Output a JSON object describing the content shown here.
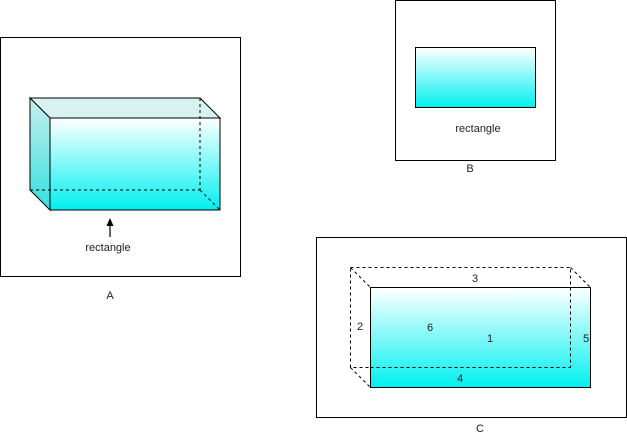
{
  "colors": {
    "stroke": "#000000",
    "fill_top": "#ffffff",
    "fill_bottom": "#00f0f0",
    "side_top": "#c8eeee",
    "side_bottom": "#33e0e0"
  },
  "panel_a": {
    "caption": "A",
    "label": "rectangle",
    "arrow_icon": "arrow-up-icon"
  },
  "panel_b": {
    "caption": "B",
    "label": "rectangle"
  },
  "panel_c": {
    "caption": "C",
    "face_labels": {
      "front": "1",
      "left": "2",
      "top": "3",
      "bottom": "4",
      "right": "5",
      "back": "6"
    }
  }
}
